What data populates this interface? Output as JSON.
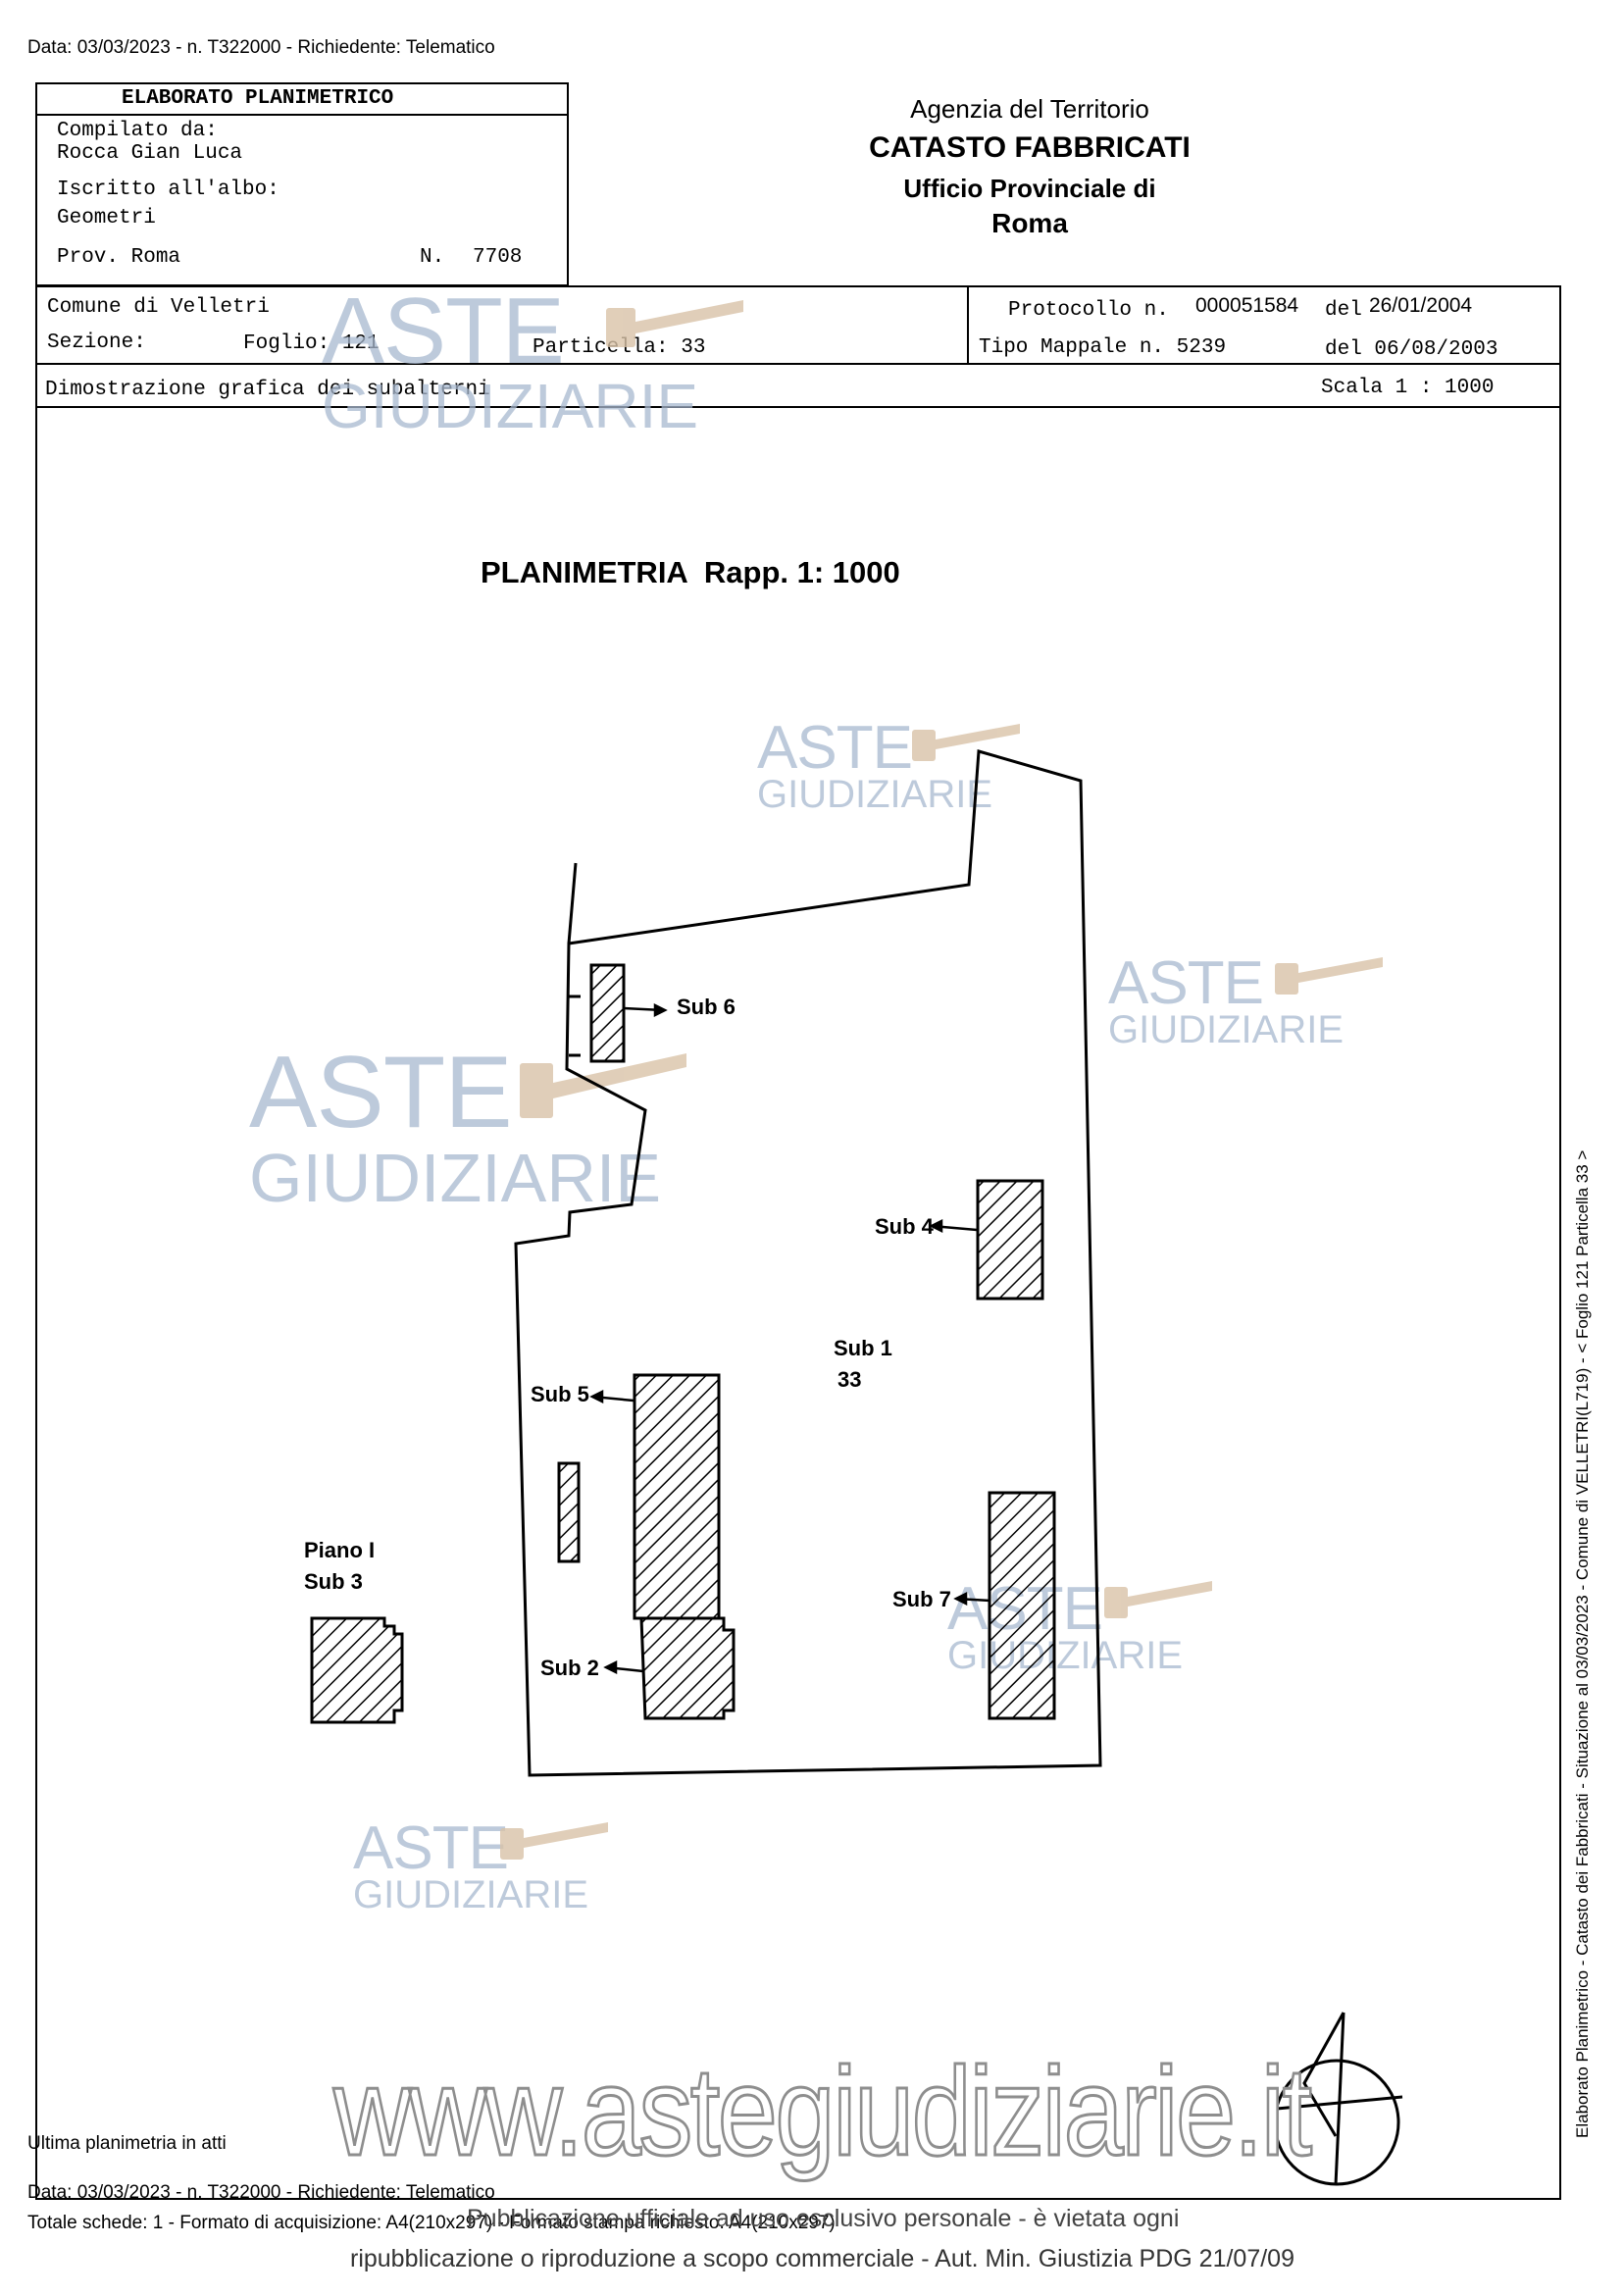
{
  "header": {
    "top_line": "Data: 03/03/2023 - n. T322000 - Richiedente: Telematico"
  },
  "left_panel": {
    "title": "ELABORATO PLANIMETRICO",
    "compilato_label": "Compilato da:",
    "compilato_name": "Rocca Gian Luca",
    "iscritto_label": "Iscritto all'albo:",
    "iscritto_value": "Geometri",
    "prov_label": "Prov. Roma",
    "n_label": "N.",
    "n_value": "7708"
  },
  "agency": {
    "line1": "Agenzia del Territorio",
    "line2": "CATASTO FABBRICATI",
    "line3": "Ufficio Provinciale di",
    "line4": "Roma"
  },
  "info": {
    "comune": "Comune di Velletri",
    "sezione_label": "Sezione:",
    "foglio": "Foglio: 121",
    "particella": "Particella: 33",
    "protocollo_label": "Protocollo n.",
    "protocollo_value": "000051584",
    "protocollo_del": "del",
    "protocollo_date": "26/01/2004",
    "tipo_mappale": "Tipo Mappale n. 5239",
    "tipo_del": "del 06/08/2003",
    "dimostrazione": "Dimostrazione grafica dei subalterni",
    "scala": "Scala 1 : 1000"
  },
  "drawing": {
    "title": "PLANIMETRIA  Rapp. 1: 1000",
    "labels": {
      "sub6": "Sub 6",
      "sub4": "Sub 4",
      "sub1": "Sub 1",
      "sub1_num": "33",
      "sub5": "Sub 5",
      "piano": "Piano I",
      "sub3": "Sub 3",
      "sub7": "Sub 7",
      "sub2": "Sub 2"
    }
  },
  "watermarks": {
    "aste": "ASTE",
    "giudiziarie": "GIUDIZIARIE",
    "site": "www.astegiudiziarie.it"
  },
  "footer": {
    "ultima": "Ultima planimetria in atti",
    "data_line": "Data: 03/03/2023 - n. T322000 - Richiedente: Telematico",
    "totale_line": "Totale schede: 1 - Formato di acquisizione: A4(210x297) - Formato stampa richiesto: A4(210x297)",
    "overlay_line1": "Pubblicazione ufficiale ad uso esclusivo personale - è vietata ogni",
    "overlay_line2": "ripubblicazione o riproduzione a scopo commerciale - Aut. Min. Giustizia PDG 21/07/09",
    "side_text": "Elaborato Planimetrico - Catasto dei Fabbricati - Situazione al 03/03/2023 - Comune di VELLETRI(L719) - < Foglio 121 Particella 33 >"
  },
  "colors": {
    "watermark": "#a8b9cf",
    "gavel": "#d9c3a8"
  }
}
